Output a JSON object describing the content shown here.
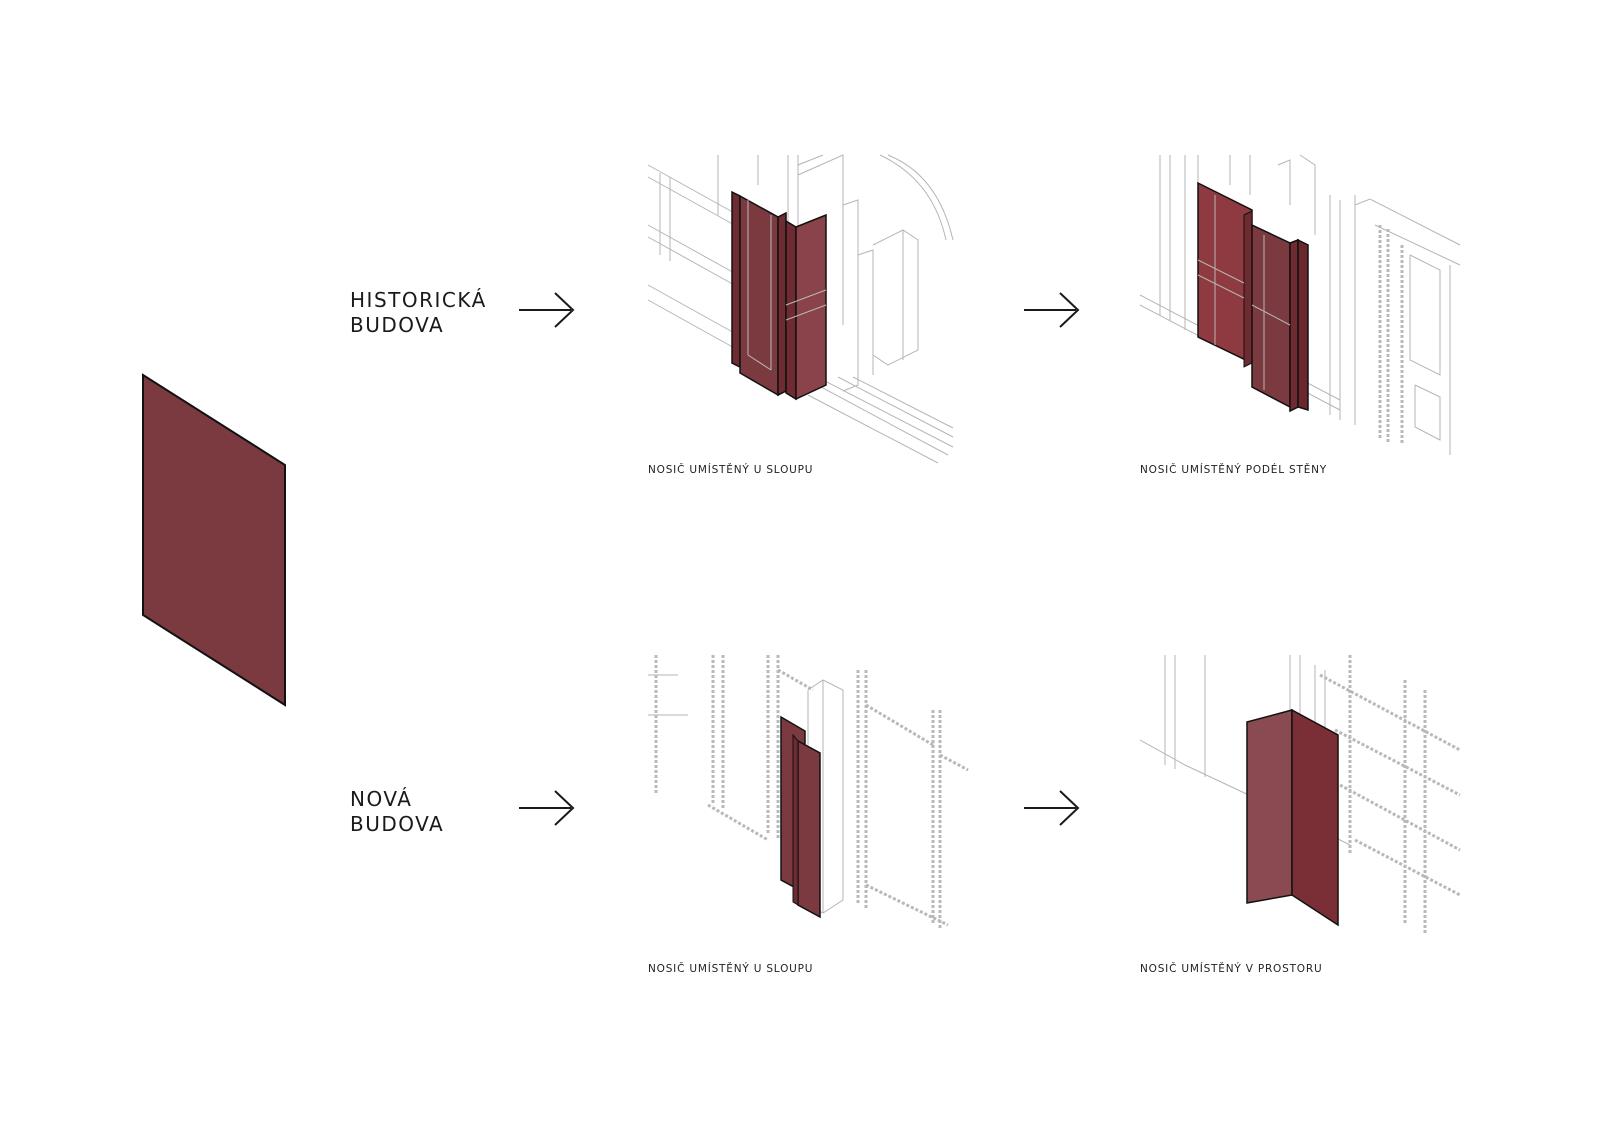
{
  "rows": [
    {
      "label_lines": [
        "HISTORICKÁ",
        "BUDOVA"
      ],
      "captions": [
        "NOSIČ UMÍSTĚNÝ U SLOUPU",
        "NOSIČ UMÍSTĚNÝ PODÉL STĚNY"
      ]
    },
    {
      "label_lines": [
        "NOVÁ",
        "BUDOVA"
      ],
      "captions": [
        "NOSIČ UMÍSTĚNÝ U SLOUPU",
        "NOSIČ UMÍSTĚNÝ V PROSTORU"
      ]
    }
  ],
  "colors": {
    "panel": "#7a3a40",
    "panel_dark": "#6e2b31",
    "panel_light": "#8a434a",
    "outline": "#111111",
    "context_lines": "#b5b5b5"
  },
  "icons": [
    "arrow-right-icon"
  ]
}
